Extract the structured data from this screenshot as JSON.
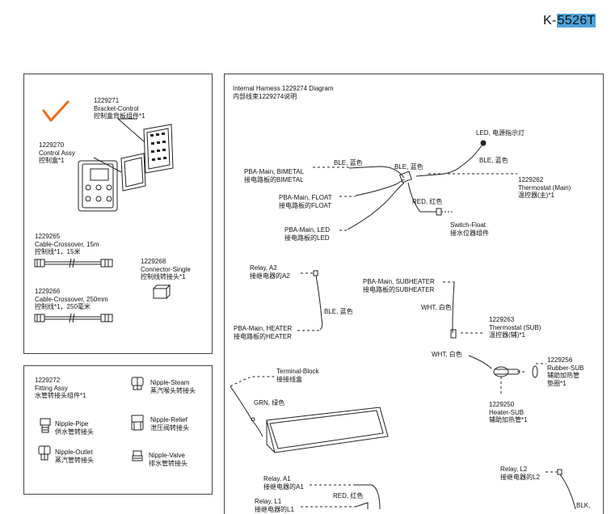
{
  "header": {
    "prefix": "K-",
    "model": "5526T"
  },
  "parts": {
    "bracket": {
      "id": "1229271",
      "name": "Bracket-Control",
      "cn": "控制盒背板组件*1"
    },
    "control": {
      "id": "1229270",
      "name": "Control Assy",
      "cn": "控制盒*1"
    },
    "cable15": {
      "id": "1229265",
      "name": "Cable-Crossover, 15m",
      "cn": "控制线*1，15米"
    },
    "connector": {
      "id": "1229268",
      "name": "Connector-Single",
      "cn": "控制线转接头*1"
    },
    "cable250": {
      "id": "1229266",
      "name": "Cable-Crossover, 250mm",
      "cn": "控制线*1，250毫米"
    }
  },
  "fittings": {
    "assy": {
      "id": "1229272",
      "name": "Fitting Assy",
      "cn": "水管转接头组件*1"
    },
    "steam": {
      "name": "Nipple-Steam",
      "cn": "蒸汽喉头转接头"
    },
    "pipe": {
      "name": "Nipple-Pipe",
      "cn": "供水管转接头"
    },
    "relief": {
      "name": "Nipple-Relief",
      "cn": "泄压阀转接头"
    },
    "outlet": {
      "name": "Nipple-Outlet",
      "cn": "蒸汽管转接头"
    },
    "valve": {
      "name": "Nipple-Valve",
      "cn": "排水管转接头"
    }
  },
  "diagram": {
    "title": "Internal Harness 1229274 Diagram",
    "title_cn": "内部线束1229274说明",
    "led": "LED, 电源指示灯",
    "ble1": "BLE, 蓝色",
    "ble2": "BLE, 蓝色",
    "ble3": "BLE, 蓝色",
    "bimetal": {
      "en": "PBA-Main, BIMETAL",
      "cn": "接电路板的BIMETAL"
    },
    "thermo_main": {
      "id": "1229262",
      "en": "Thermostat (Main)",
      "cn": "温控器(主)*1"
    },
    "float": {
      "en": "PBA-Main, FLOAT",
      "cn": "接电路板的FLOAT"
    },
    "red1": "RED, 红色",
    "ledmain": {
      "en": "PBA-Main, LED",
      "cn": "接电路板的LED"
    },
    "switch": {
      "en": "Switch-Float",
      "cn": "接水位器组件"
    },
    "relay_a2": {
      "en": "Relay, A2",
      "cn": "接继电器的A2"
    },
    "subheater": {
      "en": "PBA-Main, SUBHEATER",
      "cn": "接电路板的SUBHEATER"
    },
    "ble4": "BLE, 蓝色",
    "wht1": "WHT, 白色",
    "thermo_sub": {
      "id": "1229263",
      "en": "Thermostat (SUB)",
      "cn": "温控器(辅)*1"
    },
    "heater": {
      "en": "PBA-Main, HEATER",
      "cn": "接电路板的HEATER"
    },
    "wht2": "WHT, 白色",
    "rubber": {
      "id": "1229256",
      "en": "Rubber-SUB",
      "cn1": "辅助加热管",
      "cn2": "垫圈*1"
    },
    "terminal": {
      "en": "Terminal-Block",
      "cn": "接接线盒"
    },
    "grn": "GRN, 绿色",
    "heater_sub": {
      "id": "1229250",
      "en": "Heater-SUB",
      "cn": "辅助加热管*1"
    },
    "relay_a1": {
      "en": "Relay, A1",
      "cn": "接继电器的A1"
    },
    "red2": "RED, 红色",
    "relay_l1": {
      "en": "Relay, L1",
      "cn": "接继电器的L1"
    },
    "relay_l2": {
      "en": "Relay, L2",
      "cn": "接继电器的L2"
    },
    "blk": "BLK,"
  },
  "colors": {
    "check": "#f06a1e",
    "highlight": "#4da3d9",
    "line": "#222222"
  }
}
